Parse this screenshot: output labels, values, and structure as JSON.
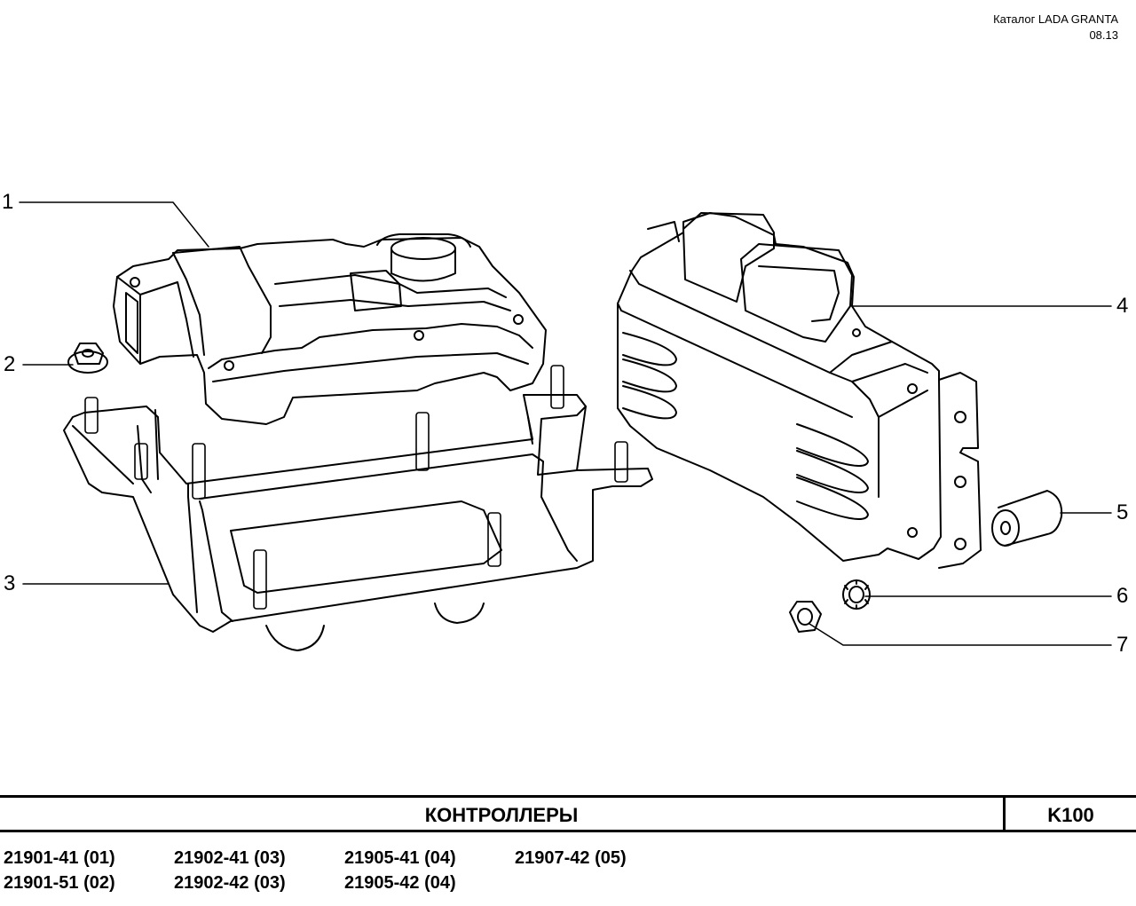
{
  "header": {
    "catalog": "Каталог  LADA  GRANTA",
    "date": "08.13"
  },
  "callouts": [
    "1",
    "2",
    "3",
    "4",
    "5",
    "6",
    "7"
  ],
  "title_bar": {
    "title": "КОНТРОЛЛЕРЫ",
    "code": "K100"
  },
  "models": [
    "21901-41 (01)",
    "21902-41 (03)",
    "21905-41 (04)",
    "21907-42 (05)",
    "21901-51 (02)",
    "21902-42 (03)",
    "21905-42 (04)"
  ]
}
